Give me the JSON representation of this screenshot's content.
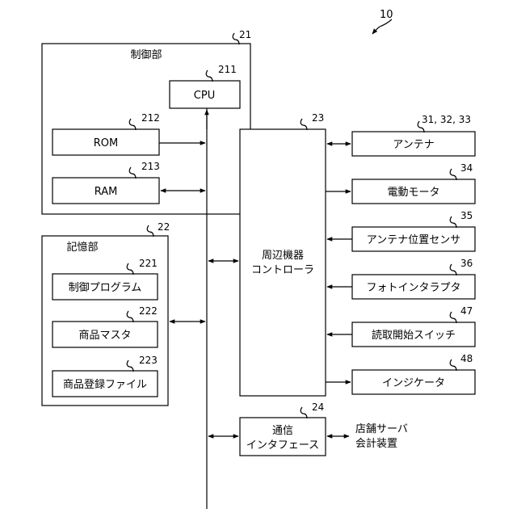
{
  "figure_ref": "10",
  "control_unit": {
    "ref": "21",
    "title": "制御部"
  },
  "cpu": {
    "ref": "211",
    "label": "CPU"
  },
  "rom": {
    "ref": "212",
    "label": "ROM"
  },
  "ram": {
    "ref": "213",
    "label": "RAM"
  },
  "storage_unit": {
    "ref": "22",
    "title": "記憶部"
  },
  "control_program": {
    "ref": "221",
    "label": "制御プログラム"
  },
  "product_master": {
    "ref": "222",
    "label": "商品マスタ"
  },
  "product_registration_file": {
    "ref": "223",
    "label": "商品登録ファイル"
  },
  "peripheral_controller": {
    "ref": "23",
    "label_line1": "周辺機器",
    "label_line2": "コントローラ"
  },
  "communication_interface": {
    "ref": "24",
    "label_line1": "通信",
    "label_line2": "インタフェース"
  },
  "external": {
    "line1": "店舗サーバ",
    "line2": "会計装置"
  },
  "devices": [
    {
      "ref": "31, 32, 33",
      "label": "アンテナ"
    },
    {
      "ref": "34",
      "label": "電動モータ"
    },
    {
      "ref": "35",
      "label": "アンテナ位置センサ"
    },
    {
      "ref": "36",
      "label": "フォトインタラプタ"
    },
    {
      "ref": "47",
      "label": "読取開始スイッチ"
    },
    {
      "ref": "48",
      "label": "インジケータ"
    }
  ]
}
